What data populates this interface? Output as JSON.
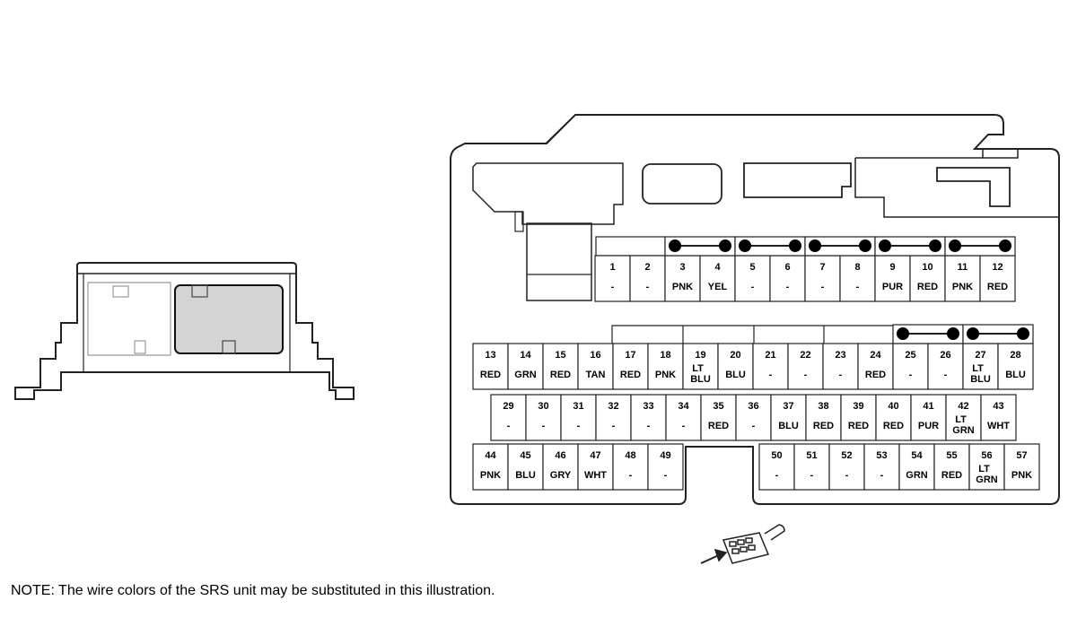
{
  "note": "NOTE: The wire colors of the SRS unit may be substituted in this illustration.",
  "pins": [
    {
      "num": "1",
      "color": "-"
    },
    {
      "num": "2",
      "color": "-"
    },
    {
      "num": "3",
      "color": "PNK"
    },
    {
      "num": "4",
      "color": "YEL"
    },
    {
      "num": "5",
      "color": "-"
    },
    {
      "num": "6",
      "color": "-"
    },
    {
      "num": "7",
      "color": "-"
    },
    {
      "num": "8",
      "color": "-"
    },
    {
      "num": "9",
      "color": "PUR"
    },
    {
      "num": "10",
      "color": "RED"
    },
    {
      "num": "11",
      "color": "PNK"
    },
    {
      "num": "12",
      "color": "RED"
    },
    {
      "num": "13",
      "color": "RED"
    },
    {
      "num": "14",
      "color": "GRN"
    },
    {
      "num": "15",
      "color": "RED"
    },
    {
      "num": "16",
      "color": "TAN"
    },
    {
      "num": "17",
      "color": "RED"
    },
    {
      "num": "18",
      "color": "PNK"
    },
    {
      "num": "19",
      "color": "LT BLU"
    },
    {
      "num": "20",
      "color": "BLU"
    },
    {
      "num": "21",
      "color": "-"
    },
    {
      "num": "22",
      "color": "-"
    },
    {
      "num": "23",
      "color": "-"
    },
    {
      "num": "24",
      "color": "RED"
    },
    {
      "num": "25",
      "color": "-"
    },
    {
      "num": "26",
      "color": "-"
    },
    {
      "num": "27",
      "color": "LT BLU"
    },
    {
      "num": "28",
      "color": "BLU"
    },
    {
      "num": "29",
      "color": "-"
    },
    {
      "num": "30",
      "color": "-"
    },
    {
      "num": "31",
      "color": "-"
    },
    {
      "num": "32",
      "color": "-"
    },
    {
      "num": "33",
      "color": "-"
    },
    {
      "num": "34",
      "color": "-"
    },
    {
      "num": "35",
      "color": "RED"
    },
    {
      "num": "36",
      "color": "-"
    },
    {
      "num": "37",
      "color": "BLU"
    },
    {
      "num": "38",
      "color": "RED"
    },
    {
      "num": "39",
      "color": "RED"
    },
    {
      "num": "40",
      "color": "RED"
    },
    {
      "num": "41",
      "color": "PUR"
    },
    {
      "num": "42",
      "color": "LT GRN"
    },
    {
      "num": "43",
      "color": "WHT"
    },
    {
      "num": "44",
      "color": "PNK"
    },
    {
      "num": "45",
      "color": "BLU"
    },
    {
      "num": "46",
      "color": "GRY"
    },
    {
      "num": "47",
      "color": "WHT"
    },
    {
      "num": "48",
      "color": "-"
    },
    {
      "num": "49",
      "color": "-"
    },
    {
      "num": "50",
      "color": "-"
    },
    {
      "num": "51",
      "color": "-"
    },
    {
      "num": "52",
      "color": "-"
    },
    {
      "num": "53",
      "color": "-"
    },
    {
      "num": "54",
      "color": "GRN"
    },
    {
      "num": "55",
      "color": "RED"
    },
    {
      "num": "56",
      "color": "LT GRN"
    },
    {
      "num": "57",
      "color": "PNK"
    }
  ],
  "shorting_bars": [
    [
      3,
      4
    ],
    [
      5,
      6
    ],
    [
      7,
      8
    ],
    [
      9,
      10
    ],
    [
      11,
      12
    ],
    [
      25,
      26
    ],
    [
      27,
      28
    ]
  ]
}
